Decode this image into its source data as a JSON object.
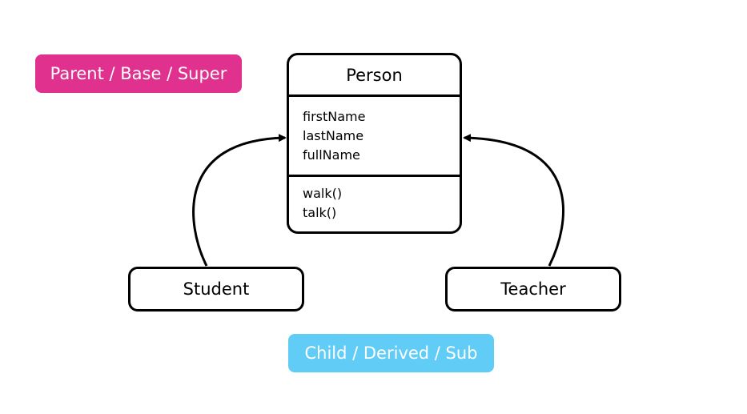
{
  "colors": {
    "parent_badge": "#e0318f",
    "child_badge": "#61cdf6",
    "stroke": "#000000"
  },
  "badges": {
    "parent": "Parent / Base / Super",
    "child": "Child / Derived / Sub"
  },
  "base_class": {
    "name": "Person",
    "attributes": [
      "firstName",
      "lastName",
      "fullName"
    ],
    "methods": [
      "walk()",
      "talk()"
    ]
  },
  "children": [
    {
      "name": "Student"
    },
    {
      "name": "Teacher"
    }
  ],
  "relations": [
    {
      "from": "Student",
      "to": "Person",
      "type": "inheritance"
    },
    {
      "from": "Teacher",
      "to": "Person",
      "type": "inheritance"
    }
  ]
}
